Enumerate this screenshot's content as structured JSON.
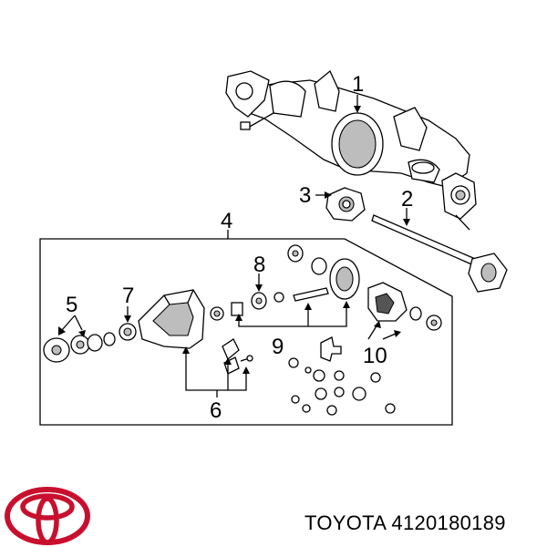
{
  "brand": {
    "logo_name": "toyota-logo",
    "logo_color": "#c8102e"
  },
  "caption": {
    "manufacturer": "TOYOTA",
    "part_number": "4120180189",
    "text": "TOYOTA 4120180189"
  },
  "callouts": [
    "1",
    "2",
    "3",
    "4",
    "5",
    "6",
    "7",
    "8",
    "9",
    "10"
  ]
}
